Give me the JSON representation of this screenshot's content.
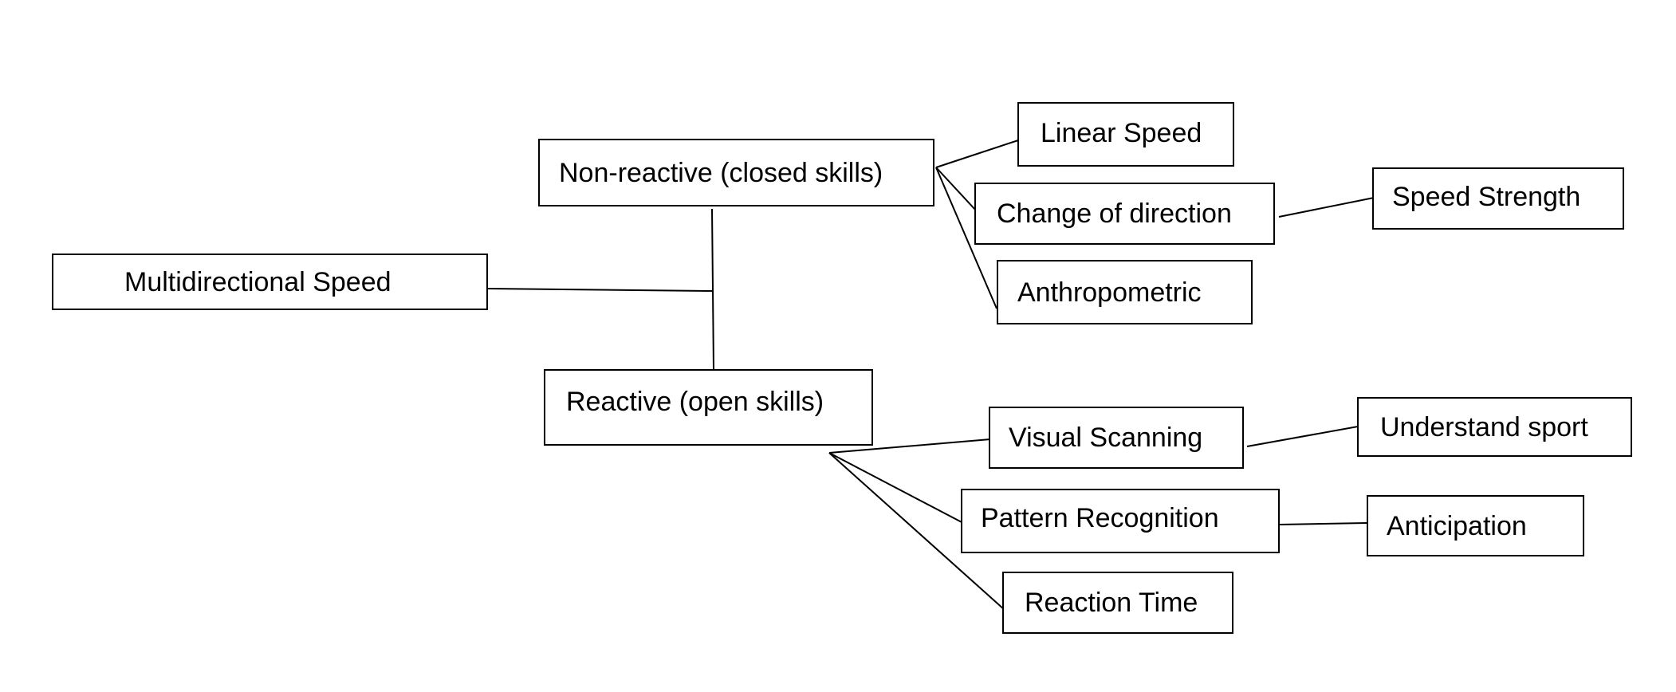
{
  "diagram": {
    "root": "Multidirectional Speed",
    "branches": {
      "non_reactive": "Non-reactive (closed skills)",
      "reactive": "Reactive (open skills)"
    },
    "non_reactive_children": {
      "linear_speed": "Linear Speed",
      "change_of_direction": "Change of direction",
      "anthropometric": "Anthropometric",
      "speed_strength": "Speed Strength"
    },
    "reactive_children": {
      "visual_scanning": "Visual Scanning",
      "pattern_recognition": "Pattern Recognition",
      "reaction_time": "Reaction Time",
      "understand_sport": "Understand sport",
      "anticipation": "Anticipation"
    }
  }
}
